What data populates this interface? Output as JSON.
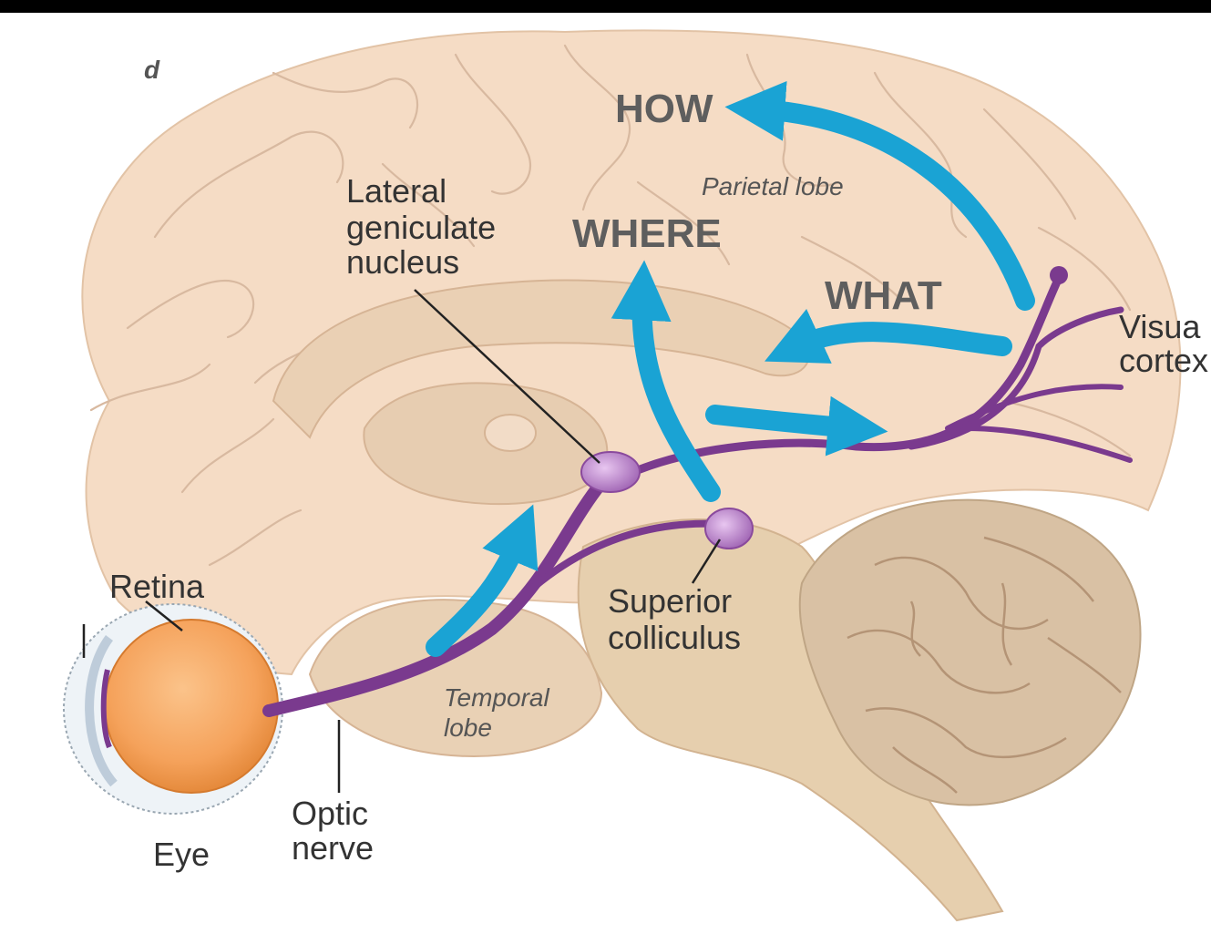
{
  "panel_letter": "d",
  "streams": {
    "how": "HOW",
    "where": "WHERE",
    "what": "WHAT"
  },
  "labels": {
    "lgn_line1": "Lateral",
    "lgn_line2": "geniculate",
    "lgn_line3": "nucleus",
    "parietal": "Parietal lobe",
    "visual_line1": "Visua",
    "visual_line2": "cortex",
    "retina": "Retina",
    "sc_line1": "Superior",
    "sc_line2": "colliculus",
    "temporal_line1": "Temporal",
    "temporal_line2": "lobe",
    "optic_line1": "Optic",
    "optic_line2": "nerve",
    "eye": "Eye"
  },
  "colors": {
    "background": "#000000",
    "brain": "#f5dcc5",
    "brainstem": "#e6cfae",
    "cerebellum": "#d9c1a4",
    "pathway": "#7a3a8e",
    "arrow": "#1aa3d4",
    "eye": "#f5a25b"
  }
}
